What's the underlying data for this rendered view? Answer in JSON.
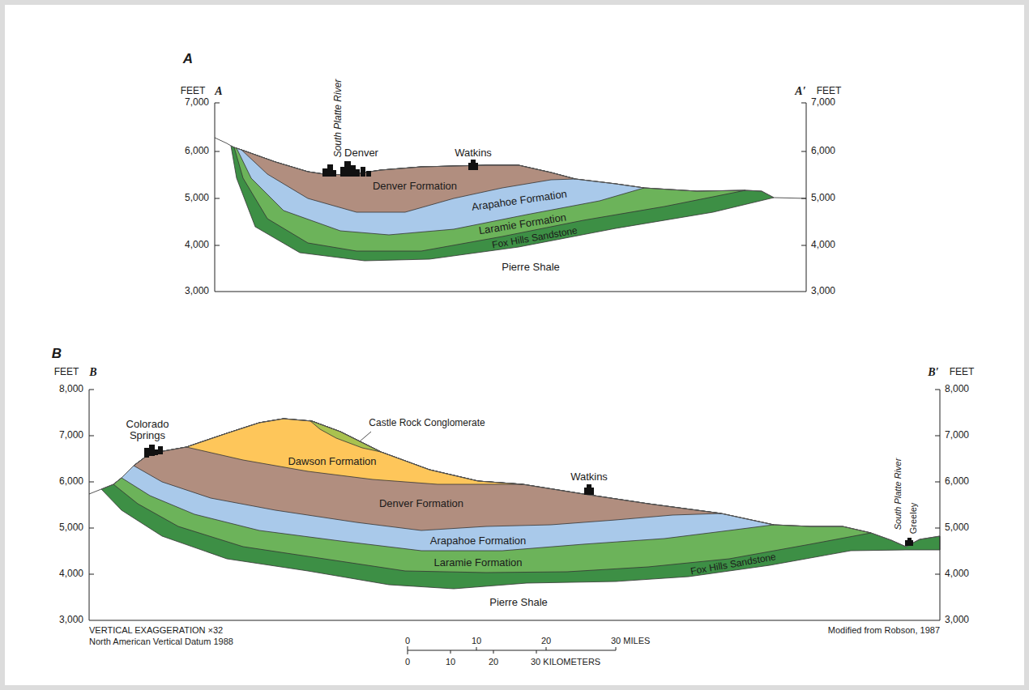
{
  "diagram": {
    "labels": [
      "A",
      "FEET",
      "A",
      "A′",
      "FEET",
      "7,000",
      "6,000",
      "5,000",
      "4,000",
      "3,000",
      "7,000",
      "6,000",
      "5,000",
      "4,000",
      "3,000",
      "South Platte River",
      "Denver",
      "Watkins",
      "Denver Formation",
      "Arapahoe Formation",
      "Laramie Formation",
      "Fox Hills Sandstone",
      "Pierre Shale",
      "B",
      "FEET",
      "B",
      "B′",
      "FEET",
      "8,000",
      "7,000",
      "6,000",
      "5,000",
      "4,000",
      "3,000",
      "8,000",
      "7,000",
      "6,000",
      "5,000",
      "4,000",
      "3,000",
      "Colorado Springs",
      "Castle Rock Conglomerate",
      "Dawson Formation",
      "Watkins",
      "Denver Formation",
      "Arapahoe Formation",
      "Laramie Formation",
      "Fox Hills Sandstone",
      "Pierre Shale",
      "South Platte River",
      "Greeley",
      "VERTICAL EXAGGERATION ×32",
      "North American Vertical Datum 1988",
      "Modified from Robson, 1987",
      "0",
      "10",
      "20",
      "30 MILES",
      "0",
      "10",
      "20",
      "30 KILOMETERS"
    ]
  }
}
